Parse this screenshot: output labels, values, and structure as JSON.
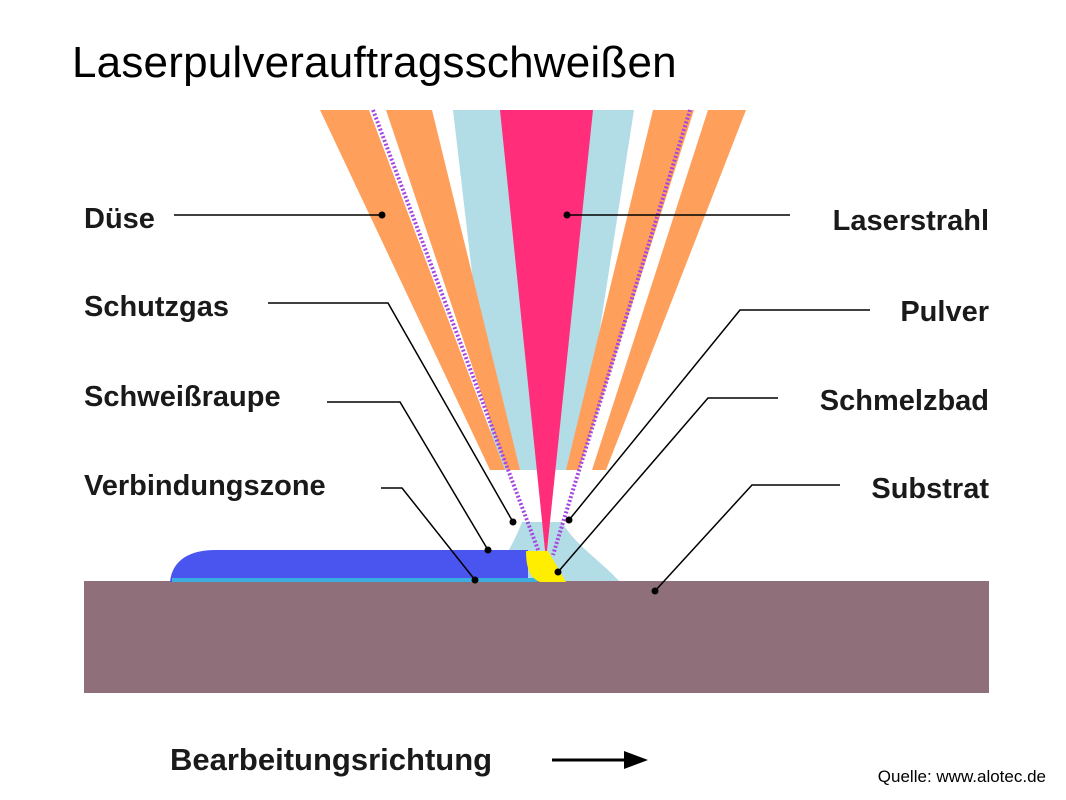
{
  "title": "Laserpulverauftragsschweißen",
  "labels": {
    "duese": "Düse",
    "schutzgas": "Schutzgas",
    "schweissraupe": "Schweißraupe",
    "verbindungszone": "Verbindungszone",
    "laserstrahl": "Laserstrahl",
    "pulver": "Pulver",
    "schmelzbad": "Schmelzbad",
    "substrat": "Substrat"
  },
  "direction_label": "Bearbeitungsrichtung",
  "source": "Quelle: www.alotec.de",
  "colors": {
    "nozzle": "#ff9f5c",
    "shielding_gas": "#b3dde6",
    "laser": "#ff2d7a",
    "powder": "#a546e0",
    "weld_bead": "#4a55f0",
    "bonding_zone": "#3aaee0",
    "melt_pool": "#ffee00",
    "substrate": "#8f707a"
  }
}
